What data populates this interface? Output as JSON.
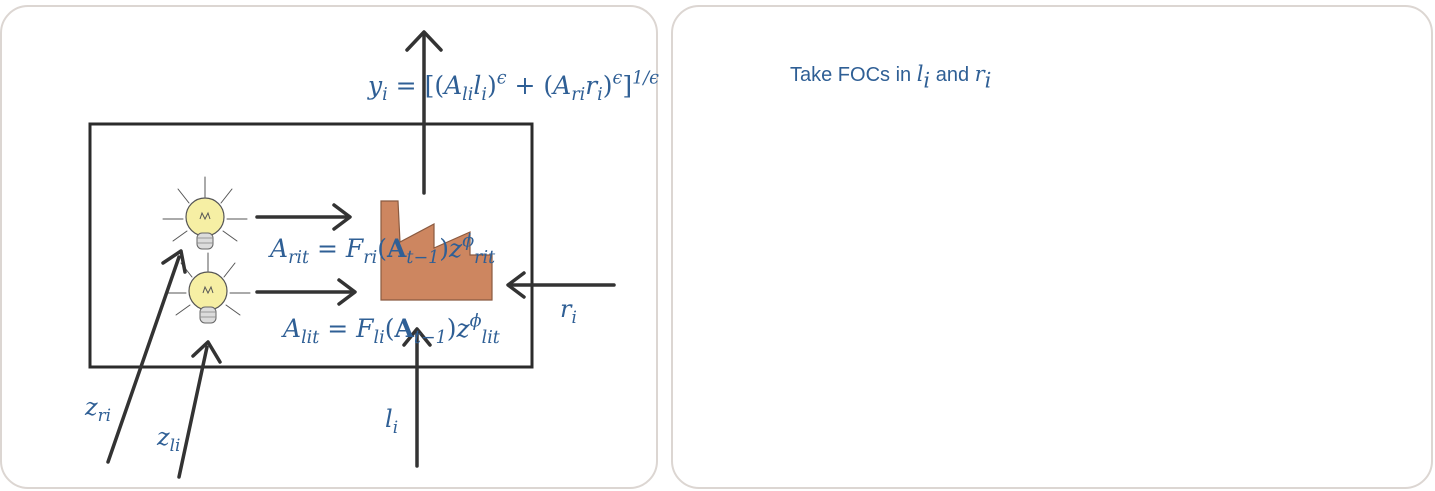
{
  "panels": [
    {
      "id": "diagram-panel"
    },
    {
      "id": "notes-panel"
    }
  ],
  "diagram": {
    "output_equation": {
      "lhs": "y",
      "lhs_sub": "i",
      "eq": " = [(",
      "a1": "A",
      "a1_sub": "li",
      "a1_var": "l",
      "a1_var_sub": "i",
      "mid": ")",
      "mid_sup": "ϵ",
      "plus": " + (",
      "a2": "A",
      "a2_sub": "ri",
      "a2_var": "r",
      "a2_var_sub": "i",
      "close": ")",
      "close_sup": "ϵ",
      "end": "]",
      "end_sup": "1/ϵ"
    },
    "ar_equation": {
      "lhs": "A",
      "lhs_sub": "rit",
      "eq": " = ",
      "f": "F",
      "f_sub": "ri",
      "open": "(",
      "bold_a": "A",
      "a_sub": "t−1",
      "close": ")",
      "z": "z",
      "z_sup": "ϕ",
      "z_sub": "rit"
    },
    "al_equation": {
      "lhs": "A",
      "lhs_sub": "lit",
      "eq": " = ",
      "f": "F",
      "f_sub": "li",
      "open": "(",
      "bold_a": "A",
      "a_sub": "t−1",
      "close": ")",
      "z": "z",
      "z_sup": "ϕ",
      "z_sub": "lit"
    },
    "label_r": {
      "var": "r",
      "sub": "i"
    },
    "label_l": {
      "var": "l",
      "sub": "i"
    },
    "label_zr": {
      "var": "z",
      "sub": "ri"
    },
    "label_zl": {
      "var": "z",
      "sub": "li"
    },
    "icons": [
      "factory-icon",
      "lightbulb-icon",
      "lightbulb-icon"
    ],
    "colors": {
      "math_text": "#2f5f95",
      "factory_fill": "#cd8660",
      "bulb_fill": "#f6efa4",
      "arrow_stroke": "#333333",
      "panel_border": "#dcd6d2"
    }
  },
  "notes": {
    "prefix": "Take FOCs in ",
    "var1": "l",
    "var1_sub": "i",
    "conj": " and ",
    "var2": "r",
    "var2_sub": "i"
  }
}
